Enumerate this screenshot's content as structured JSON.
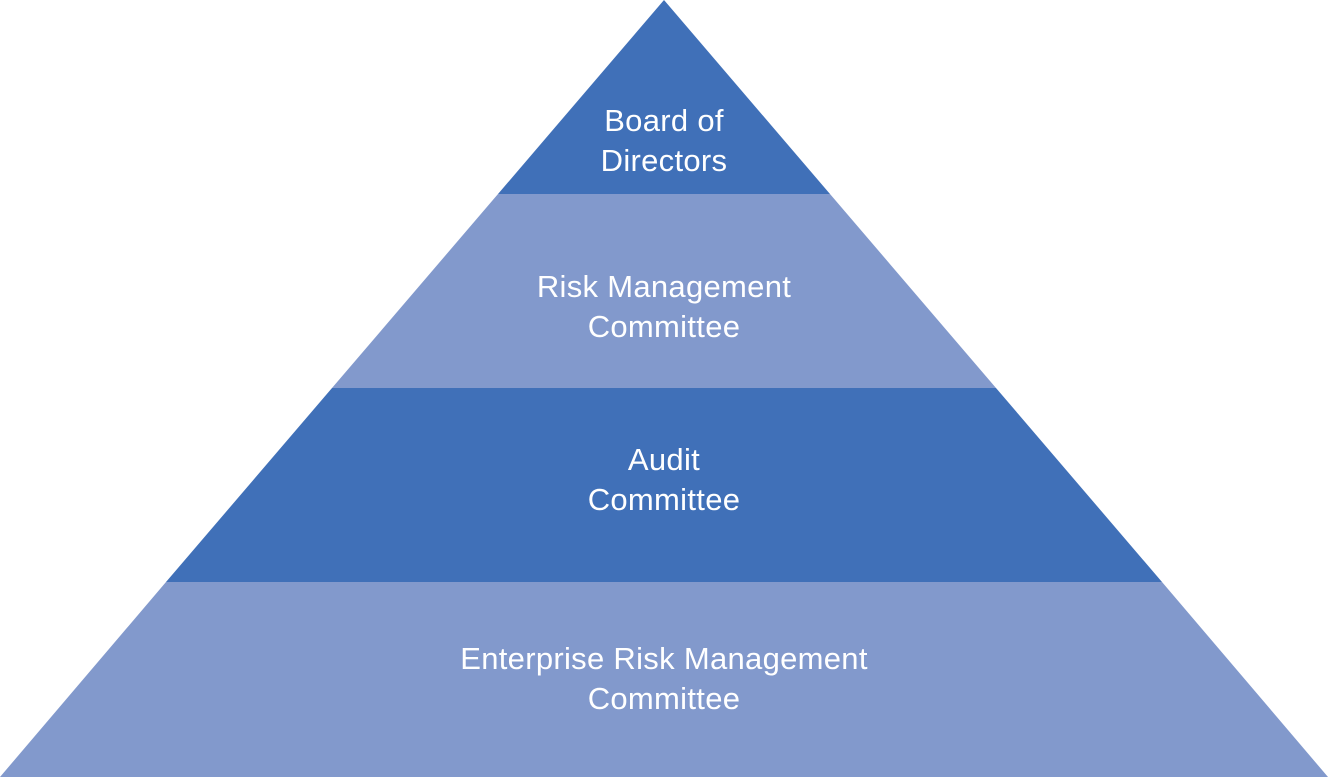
{
  "colors": {
    "dark": "#4070b8",
    "light": "#8299cc",
    "text": "#ffffff"
  },
  "pyramid": {
    "tiers": [
      {
        "line1": "Board of",
        "line2": "Directors",
        "shade": "dark"
      },
      {
        "line1": "Risk Management",
        "line2": "Committee",
        "shade": "light"
      },
      {
        "line1": "Audit",
        "line2": "Committee",
        "shade": "dark"
      },
      {
        "line1": "Enterprise Risk Management",
        "line2": "Committee",
        "shade": "light"
      }
    ]
  }
}
